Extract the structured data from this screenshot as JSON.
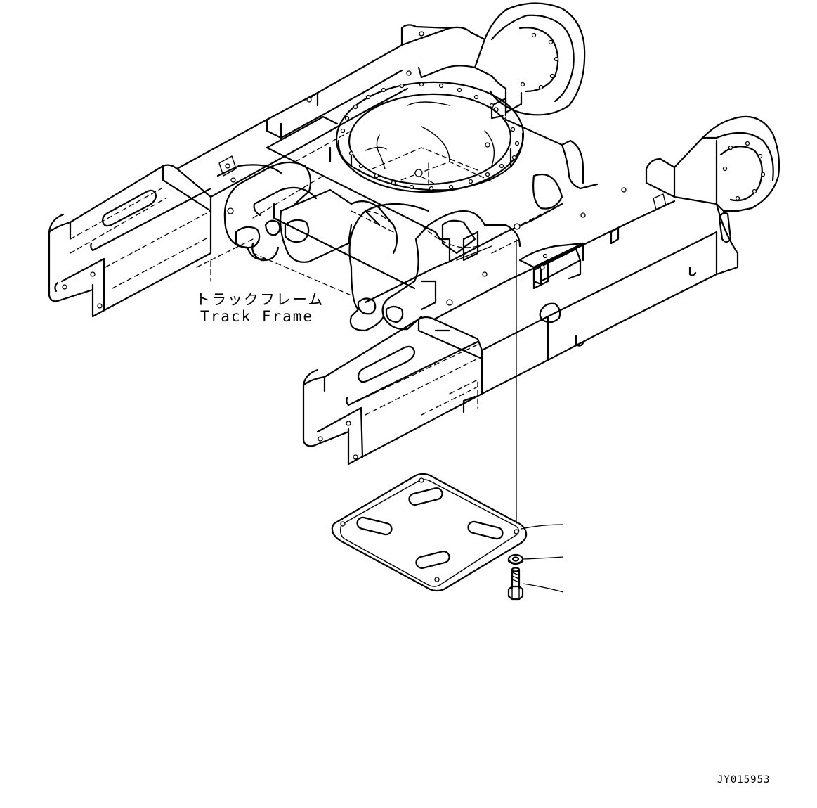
{
  "drawing": {
    "callout_jp": "トラックフレーム",
    "callout_en": "Track Frame",
    "drawing_code": "JY015953"
  }
}
